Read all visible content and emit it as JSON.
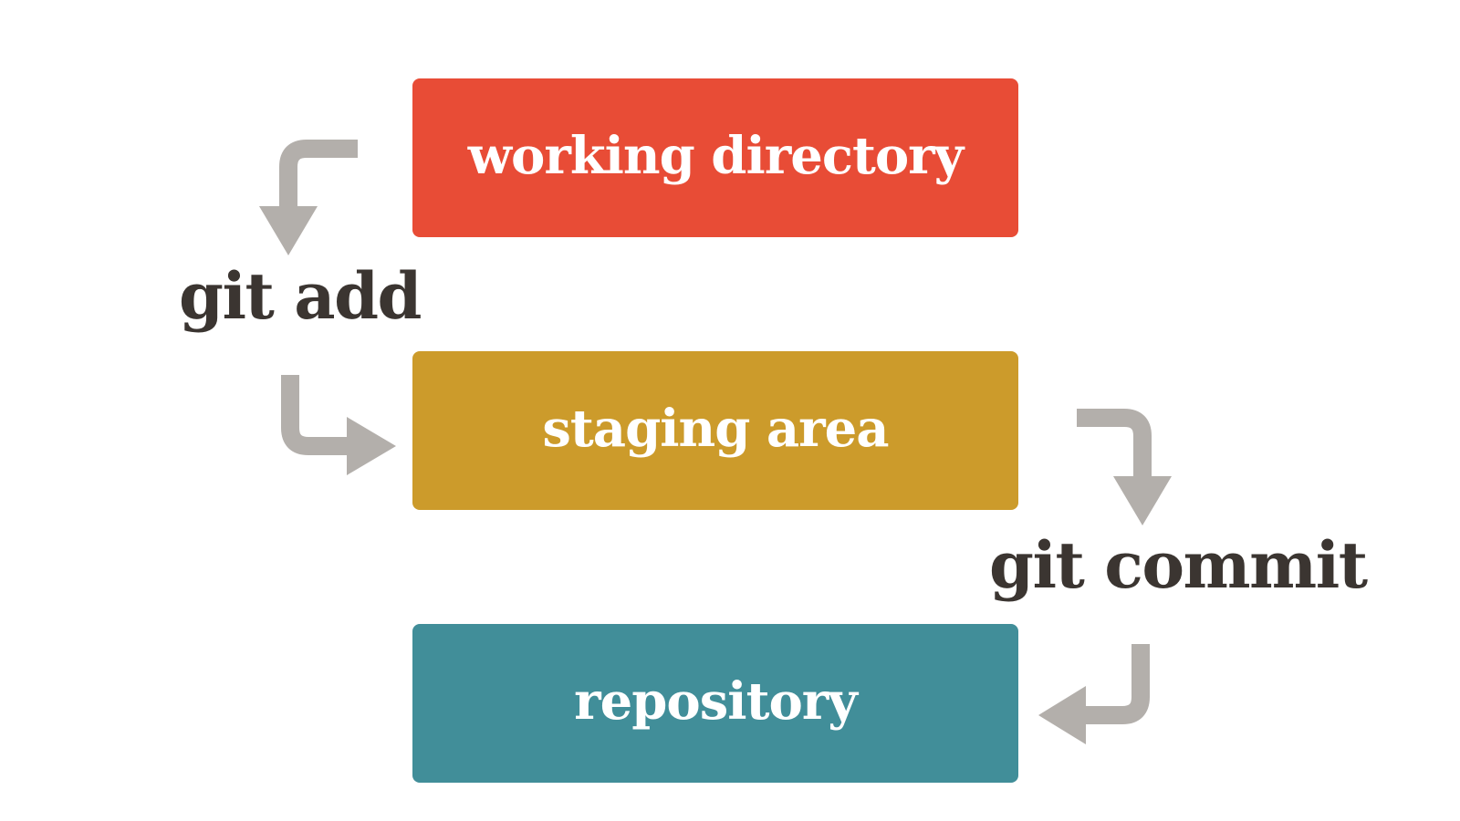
{
  "colors": {
    "working_directory": "#e84c36",
    "staging_area": "#cc9b2b",
    "repository": "#418e99",
    "command_text": "#3b3531",
    "arrow": "#b3afab"
  },
  "boxes": {
    "working_directory": "working directory",
    "staging_area": "staging area",
    "repository": "repository"
  },
  "commands": {
    "add": "git add",
    "commit": "git commit"
  },
  "icons": {
    "arrow_1": "bent-arrow-down-icon",
    "arrow_2": "bent-arrow-right-icon",
    "arrow_3": "bent-arrow-down-icon",
    "arrow_4": "bent-arrow-left-icon"
  }
}
